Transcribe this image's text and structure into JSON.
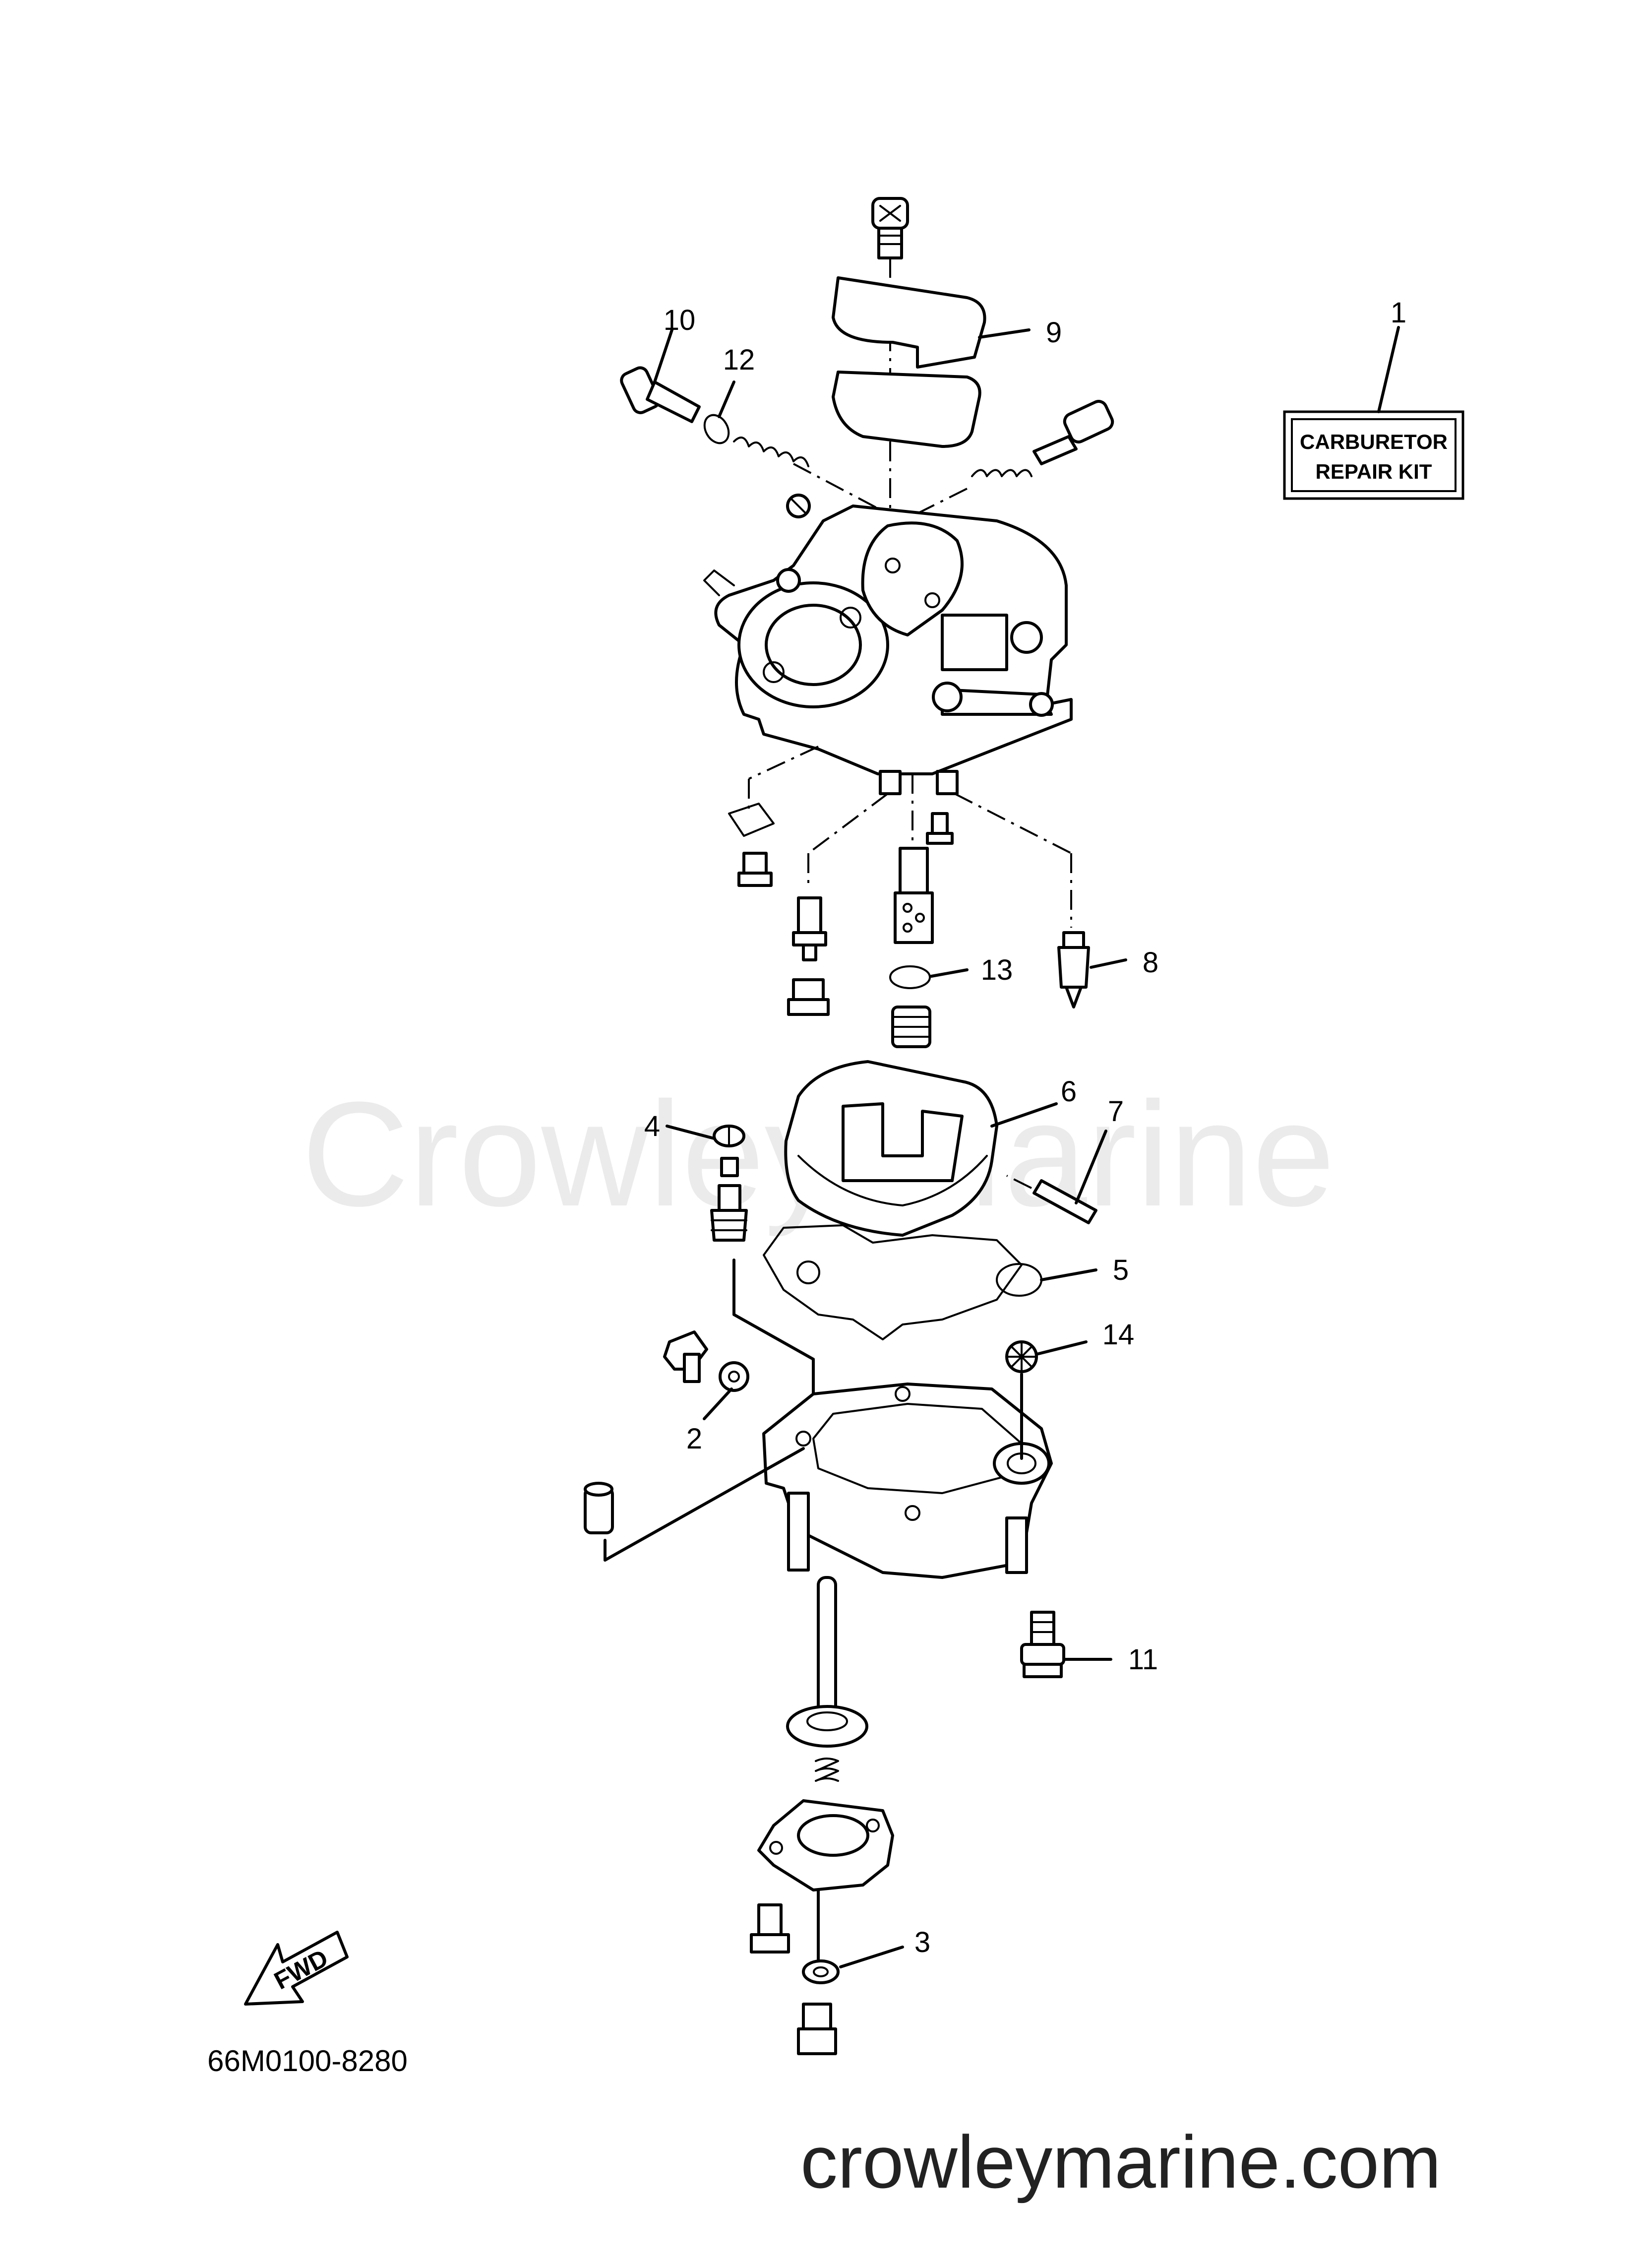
{
  "watermark": "Crowley Marine",
  "website": "crowleymarine.com",
  "diagram_code": "66M0100-8280",
  "kit_label": {
    "line1": "CARBURETOR",
    "line2": "REPAIR KIT"
  },
  "fwd_label": "FWD",
  "callouts": {
    "c1": "1",
    "c2": "2",
    "c3": "3",
    "c4": "4",
    "c5": "5",
    "c6": "6",
    "c7": "7",
    "c8": "8",
    "c9": "9",
    "c10": "10",
    "c11": "11",
    "c12": "12",
    "c13": "13",
    "c14": "14"
  }
}
